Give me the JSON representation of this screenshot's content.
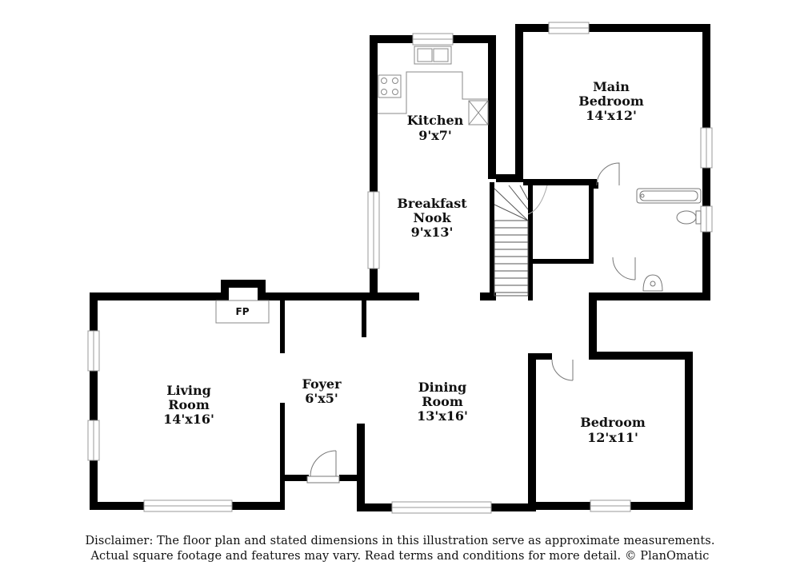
{
  "rooms": {
    "kitchen": {
      "name": "Kitchen",
      "size": "9'x7'"
    },
    "breakfast_nook": {
      "name_line1": "Breakfast",
      "name_line2": "Nook",
      "size": "9'x13'"
    },
    "main_bedroom": {
      "name_line1": "Main",
      "name_line2": "Bedroom",
      "size": "14'x12'"
    },
    "living_room": {
      "name_line1": "Living",
      "name_line2": "Room",
      "size": "14'x16'"
    },
    "foyer": {
      "name": "Foyer",
      "size": "6'x5'"
    },
    "dining_room": {
      "name_line1": "Dining",
      "name_line2": "Room",
      "size": "13'x16'"
    },
    "bedroom": {
      "name": "Bedroom",
      "size": "12'x11'"
    }
  },
  "fireplace_label": "FP",
  "disclaimer": {
    "line1": "Disclaimer: The floor plan and stated dimensions in this illustration serve as approximate measurements.",
    "line2": "Actual square footage and features may vary. Read terms and conditions for more detail. © PlanOmatic"
  },
  "colors": {
    "wall": "#000000",
    "background": "#ffffff",
    "fixture": "#888888"
  }
}
